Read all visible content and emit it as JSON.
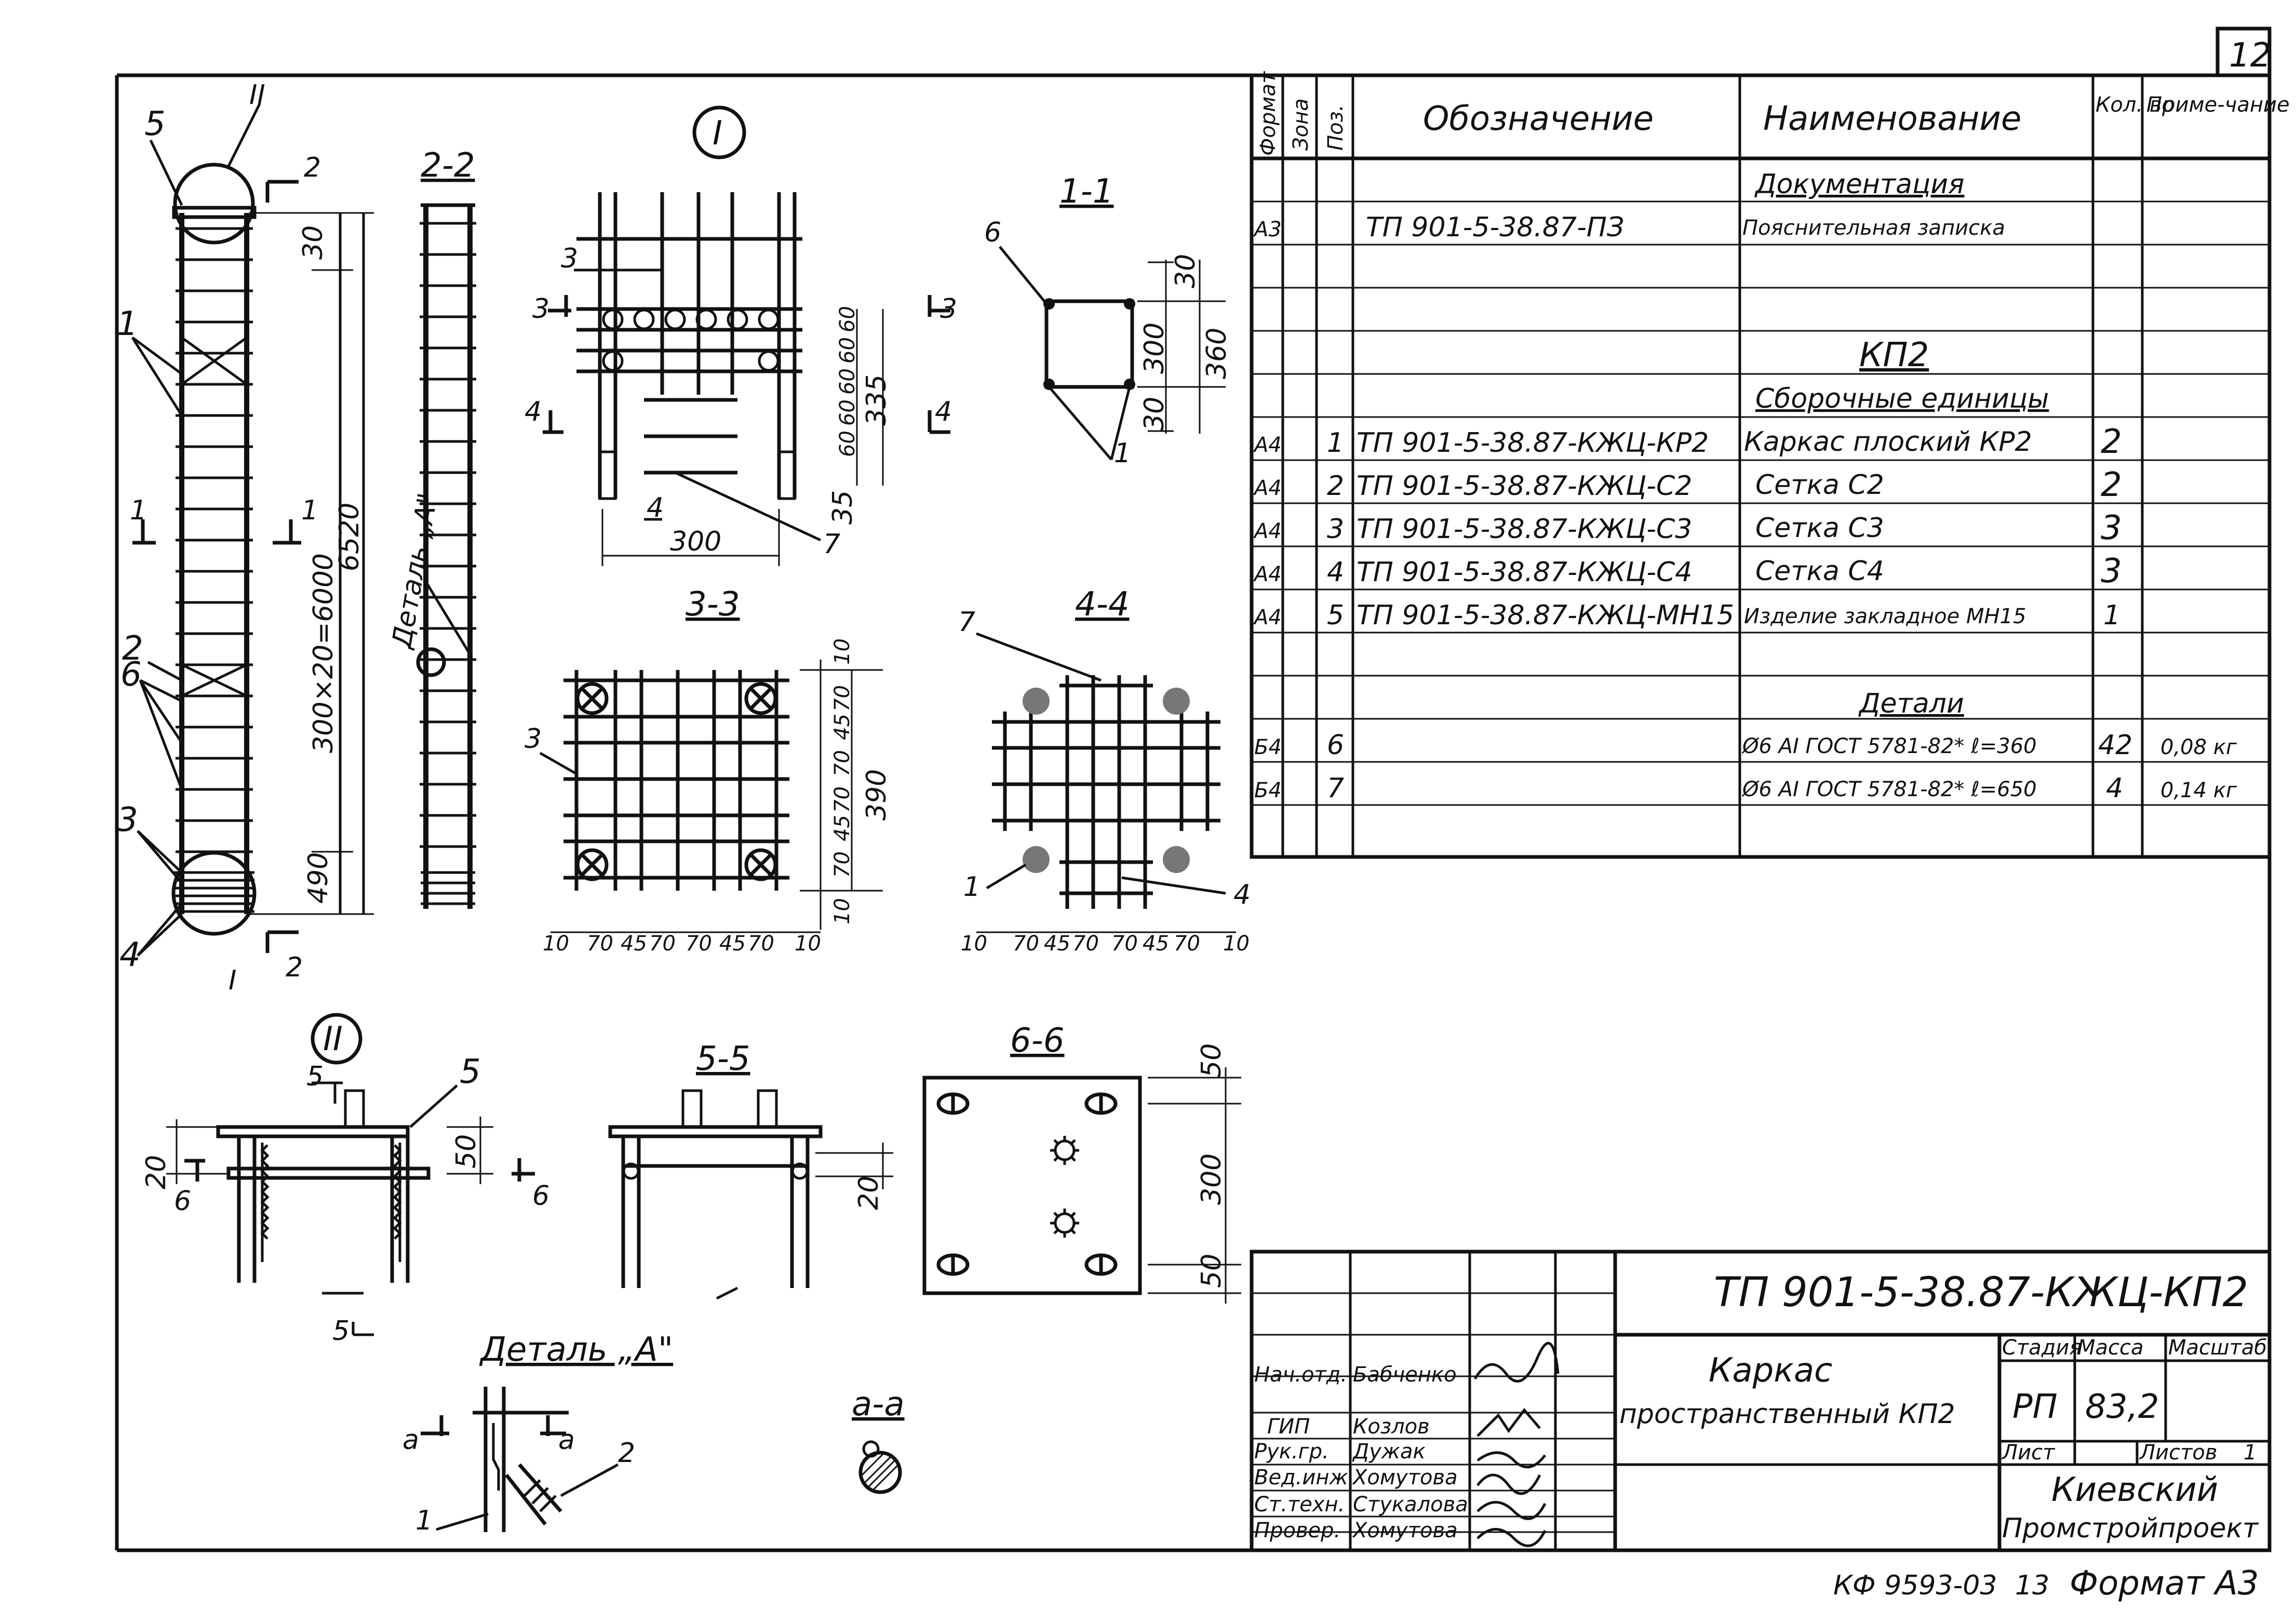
{
  "sheet": {
    "page_number": "12",
    "designation": "ТП 901-5-38.87-КЖЦ-КП2",
    "title_line1": "Каркас",
    "title_line2": "пространственный КП2",
    "stage_label": "Стадия",
    "mass_label": "Масса",
    "scale_label": "Масштаб",
    "stage": "РП",
    "mass": "83,2",
    "sheet_label": "Лист",
    "sheets_label": "Листов",
    "sheets_count": "1",
    "org_line1": "Киевский",
    "org_line2": "Промстройпроект",
    "footer_code": "КФ 9593-03",
    "footer_num": "13",
    "footer_format": "Формат А3"
  },
  "signatures": [
    {
      "role": "Нач.отд.",
      "name": "Бабченко"
    },
    {
      "role": "ГИП",
      "name": "Козлов"
    },
    {
      "role": "Рук.гр.",
      "name": "Дужак"
    },
    {
      "role": "Вед.инж.",
      "name": "Хомутова"
    },
    {
      "role": "Ст.техн.",
      "name": "Стукалова"
    },
    {
      "role": "Провер.",
      "name": "Хомутова"
    }
  ],
  "spec": {
    "headers": {
      "format": "Формат",
      "zone": "Зона",
      "pos": "Поз.",
      "designation": "Обозначение",
      "name": "Наименование",
      "qty": "Кол. во",
      "note": "Приме-чание"
    },
    "section_docs": "Документация",
    "section_kp": "КП2",
    "section_assembly": "Сборочные единицы",
    "section_details": "Детали",
    "rows": [
      {
        "format": "А3",
        "pos": "",
        "designation": "ТП 901-5-38.87-ПЗ",
        "name": "Пояснительная записка",
        "qty": "",
        "note": ""
      },
      {
        "format": "А4",
        "pos": "1",
        "designation": "ТП 901-5-38.87-КЖЦ-КР2",
        "name": "Каркас плоский КР2",
        "qty": "2",
        "note": ""
      },
      {
        "format": "А4",
        "pos": "2",
        "designation": "ТП 901-5-38.87-КЖЦ-С2",
        "name": "Сетка С2",
        "qty": "2",
        "note": ""
      },
      {
        "format": "А4",
        "pos": "3",
        "designation": "ТП 901-5-38.87-КЖЦ-С3",
        "name": "Сетка С3",
        "qty": "3",
        "note": ""
      },
      {
        "format": "А4",
        "pos": "4",
        "designation": "ТП 901-5-38.87-КЖЦ-С4",
        "name": "Сетка С4",
        "qty": "3",
        "note": ""
      },
      {
        "format": "А4",
        "pos": "5",
        "designation": "ТП 901-5-38.87-КЖЦ-МН15",
        "name": "Изделие закладное МН15",
        "qty": "1",
        "note": ""
      },
      {
        "format": "Б4",
        "pos": "6",
        "designation": "",
        "name": "Ø6 АI ГОСТ 5781-82* ℓ=360",
        "qty": "42",
        "note": "0,08 кг"
      },
      {
        "format": "Б4",
        "pos": "7",
        "designation": "",
        "name": "Ø6 АI ГОСТ 5781-82* ℓ=650",
        "qty": "4",
        "note": "0,14 кг"
      }
    ]
  },
  "views": {
    "section_1_1": "1-1",
    "section_2_2": "2-2",
    "section_3_3": "3-3",
    "section_4_4": "4-4",
    "section_5_5": "5-5",
    "section_6_6": "6-6",
    "section_a_a": "а-а",
    "node_I": "I",
    "node_II": "II",
    "detail_A": "Деталь „А\"",
    "detail_A_ref": "Деталь „А\""
  },
  "dims": {
    "d30": "30",
    "d6520": "6520",
    "d6000": "300×20=6000",
    "d490": "490",
    "d335": "335",
    "d35": "35",
    "d300": "300",
    "d360": "360",
    "d60": "60",
    "d390": "390",
    "d10": "10",
    "d70": "70",
    "d45": "45",
    "d50": "50",
    "d20": "20"
  },
  "labels": {
    "n1": "1",
    "n2": "2",
    "n3": "3",
    "n4": "4",
    "n5": "5",
    "n6": "6",
    "n7": "7",
    "a": "а"
  }
}
